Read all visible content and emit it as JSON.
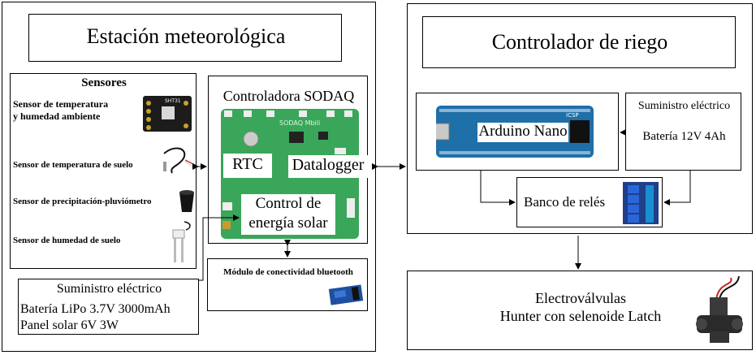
{
  "station": {
    "title": "Estación meteorológica",
    "sensors": {
      "heading": "Sensores",
      "items": [
        {
          "label": "Sensor de temperatura\ny humedad ambiente",
          "icon": "temp-humidity-sensor-board"
        },
        {
          "label": "Sensor de temperatura de suelo",
          "icon": "soil-temperature-probe"
        },
        {
          "label": "Sensor de precipitación-pluviómetro",
          "icon": "rain-gauge"
        },
        {
          "label": "Sensor de humedad de suelo",
          "icon": "soil-moisture-probe"
        }
      ]
    },
    "controller": {
      "title": "Controladora SODAQ",
      "board_text": "SODAQ Mbili",
      "rtc": "RTC",
      "datalogger": "Datalogger",
      "solar_line1": "Control de",
      "solar_line2": "energía solar"
    },
    "bluetooth": {
      "label": "Módulo de conectividad bluetooth",
      "icon": "bluetooth-module"
    },
    "power": {
      "title": "Suministro eléctrico",
      "line1": "Batería LiPo 3.7V 3000mAh",
      "line2": "Panel solar 6V 3W"
    }
  },
  "irrigation": {
    "title": "Controlador de riego",
    "arduino": {
      "label": "Arduino Nano",
      "icon": "arduino-nano-board",
      "board_header": "ICSP"
    },
    "power": {
      "title": "Suministro eléctrico",
      "battery": "Batería 12V 4Ah"
    },
    "relays": {
      "label": "Banco de relés",
      "icon": "relay-module"
    },
    "valves": {
      "line1": "Electroválvulas",
      "line2": "Hunter con selenoide Latch",
      "icon": "solenoid-valve"
    }
  },
  "colors": {
    "pcb_green": "#3aa65a",
    "arduino_blue": "#1f6fa8",
    "relay_blue": "#2458b8",
    "line": "#000000"
  }
}
